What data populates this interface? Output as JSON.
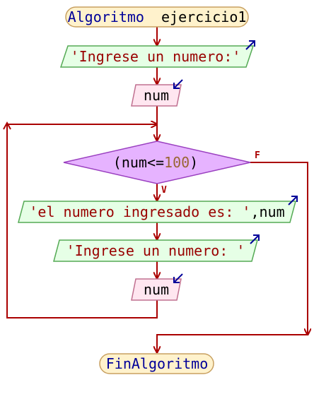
{
  "start": {
    "keyword": "Algoritmo",
    "name": "ejercicio1"
  },
  "write1": {
    "text": "'Ingrese un numero:'"
  },
  "read1": {
    "var": "num"
  },
  "cond": {
    "open": "(",
    "var": "num",
    "op": "<=",
    "num": "100",
    "close": ")"
  },
  "true_label": "V",
  "false_label": "F",
  "write2": {
    "str": "'el numero ingresado es: '",
    "sep": ",",
    "var": "num"
  },
  "write3": {
    "text": "'Ingrese un numero: '"
  },
  "read2": {
    "var": "num"
  },
  "end": {
    "keyword": "FinAlgoritmo"
  },
  "colors": {
    "arrow": "#aa0000",
    "terminal_fill": "#fff2cc",
    "terminal_stroke": "#c8a060",
    "output_fill": "#e6ffe6",
    "output_stroke": "#55aa55",
    "input_fill": "#ffe6f0",
    "input_stroke": "#c07090",
    "decision_fill": "#e6b3ff",
    "decision_stroke": "#9a40c0",
    "keyword": "#000099",
    "string": "#990000",
    "number": "#996633",
    "text": "#000000"
  }
}
